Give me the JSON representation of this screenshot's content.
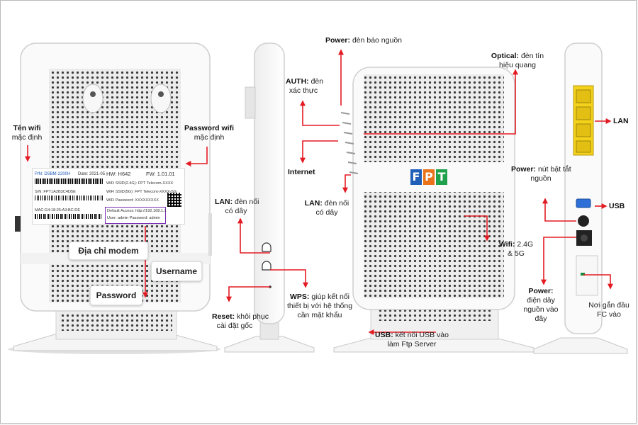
{
  "brand": {
    "logo_letters": [
      "F",
      "P",
      "T"
    ],
    "logo_colors": [
      "#1f5fb8",
      "#e8731a",
      "#1fa04a"
    ]
  },
  "sticker": {
    "pn": "P/N: DSBM-2200H",
    "date": "Date: 2021-05",
    "hw": "HW: H642",
    "fw": "FW: 1.01.01",
    "ssid_24": "WiFi SSID(2.4G): FPT Telecom-XXXX",
    "ssid_5": "WiFi SSID(5G): FPT Telecom-XXXX-5G",
    "sn": "S/N: FPT1A2B3C4D5E",
    "wifi_password": "WiFi Password: XXXXXXXXX",
    "mac": "MAC:G4:18:25:A3:BC:DE",
    "default_access": "Default Access: http://192.168.1.1",
    "user_pass": "User: admin   Password: admin"
  },
  "callouts": {
    "ten_wifi": {
      "title": "Tên wifi",
      "text": "mặc định"
    },
    "password_wifi": {
      "title": "Password wifi",
      "text": "mặc định"
    },
    "dia_chi_modem": "Địa chỉ modem",
    "username": "Username",
    "password": "Password",
    "power_led": {
      "title": "Power:",
      "text": "đèn báo nguồn"
    },
    "auth": {
      "title": "AUTH:",
      "text1": "đèn",
      "text2": "xác thực"
    },
    "internet": {
      "title": "Internet"
    },
    "lan_led": {
      "title": "LAN:",
      "text1": "đèn nối",
      "text2": "có dây"
    },
    "optical": {
      "title": "Optical:",
      "text1": "đèn tín",
      "text2": "hiệu quang"
    },
    "wifi": {
      "title": "Wifi:",
      "text1": "2.4G",
      "text2": "& 5G"
    },
    "lan_side": {
      "title": "LAN:",
      "text1": "đèn nối",
      "text2": "có dây"
    },
    "wps": {
      "title": "WPS:",
      "text1": "giúp kết nối",
      "text2": "thiết bị với hệ thống",
      "text3": "cần mật khẩu"
    },
    "reset": {
      "title": "Reset:",
      "text1": "khôi phục",
      "text2": "cài đặt gốc"
    },
    "usb_bottom": {
      "title": "USB:",
      "text1": "kết nối USB vào",
      "text2": "làm Ftp Server"
    },
    "lan_port": {
      "title": "LAN"
    },
    "power_button": {
      "title": "Power:",
      "text1": "nút bật tắt",
      "text2": "nguồn"
    },
    "usb_port": {
      "title": "USB"
    },
    "power_cable": {
      "title": "Power:",
      "text1": "điện dây",
      "text2": "nguồn vào",
      "text3": "đây"
    },
    "fc": {
      "text1": "Nơi gắn đầu",
      "text2": "FC vào"
    }
  },
  "colors": {
    "arrow": "#e31b23",
    "device": "#ffffff",
    "lan_port": "#f4d11a"
  }
}
